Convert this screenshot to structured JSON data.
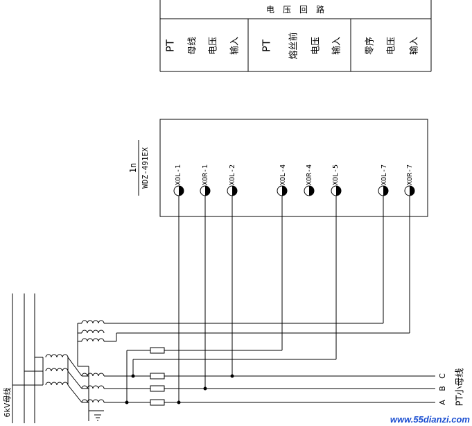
{
  "table": {
    "header": "电　压　回　路",
    "columns": [
      {
        "lines": [
          "PT",
          "母线",
          "电压",
          "输入"
        ]
      },
      {
        "lines": [
          "PT",
          "熔丝前",
          "电压",
          "输入"
        ]
      },
      {
        "lines": [
          "零序",
          "电压",
          "输入"
        ]
      }
    ]
  },
  "device": {
    "label_top": "1n",
    "label_model": "WDZ-491EX",
    "terminals": [
      "XOL-1",
      "XOR-1",
      "XOL-2",
      "XOL-4",
      "XOR-4",
      "XOL-5",
      "XOL-7",
      "XOR-7"
    ]
  },
  "labels": {
    "busbar": "6kV母线",
    "small_bus": "PT小母线",
    "phases": [
      "A",
      "B",
      "C"
    ]
  },
  "watermark": {
    "text": "www.55dianzi.com",
    "color": "#1b4fd1"
  }
}
